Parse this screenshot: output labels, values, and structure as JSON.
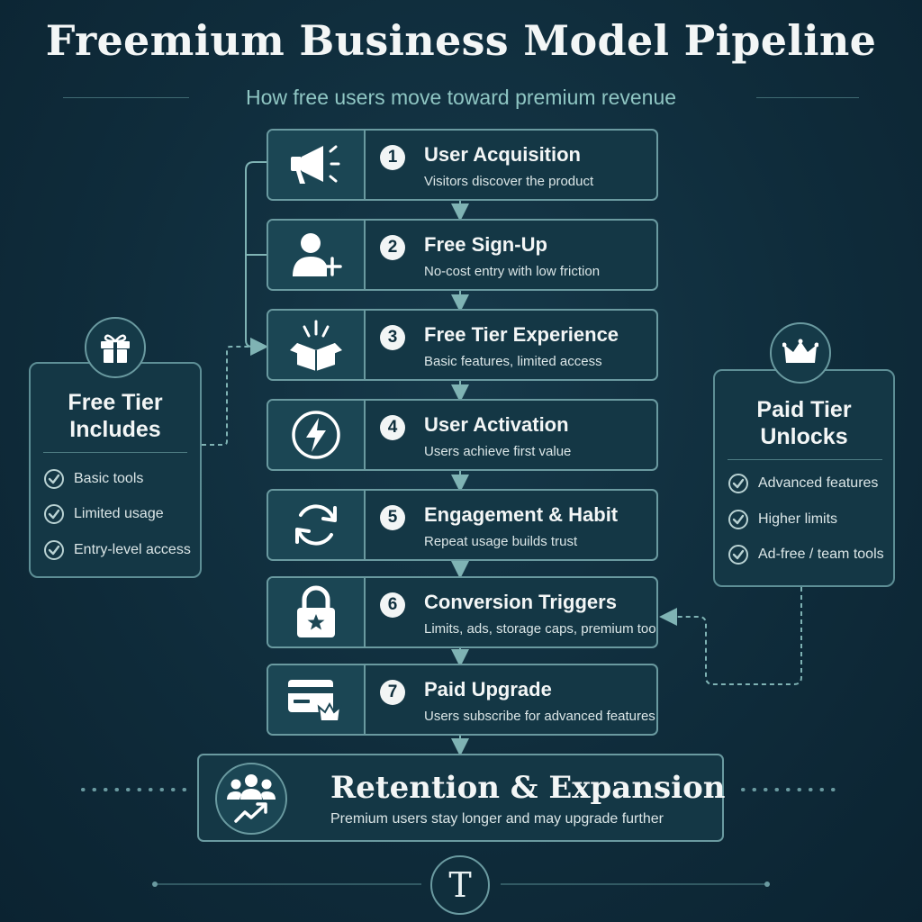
{
  "title": "Freemium Business Model Pipeline",
  "subtitle": "How free users move toward premium revenue",
  "steps": [
    {
      "number": "1",
      "title": "User Acquisition",
      "description": "Visitors discover the product",
      "icon": "megaphone-icon"
    },
    {
      "number": "2",
      "title": "Free Sign-Up",
      "description": "No-cost entry with low friction",
      "icon": "user-plus-icon"
    },
    {
      "number": "3",
      "title": "Free Tier Experience",
      "description": "Basic features, limited access",
      "icon": "open-box-icon"
    },
    {
      "number": "4",
      "title": "User Activation",
      "description": "Users achieve first value",
      "icon": "lightning-icon"
    },
    {
      "number": "5",
      "title": "Engagement & Habit",
      "description": "Repeat usage builds trust",
      "icon": "refresh-icon"
    },
    {
      "number": "6",
      "title": "Conversion Triggers",
      "description": "Limits, ads, storage caps, premium tools",
      "icon": "lock-icon"
    },
    {
      "number": "7",
      "title": "Paid Upgrade",
      "description": "Users subscribe for advanced features",
      "icon": "credit-card-crown-icon"
    }
  ],
  "free_tier": {
    "title_line1": "Free Tier",
    "title_line2": "Includes",
    "icon": "gift-icon",
    "items": [
      "Basic tools",
      "Limited usage",
      "Entry-level access"
    ]
  },
  "paid_tier": {
    "title_line1": "Paid Tier",
    "title_line2": "Unlocks",
    "icon": "crown-icon",
    "items": [
      "Advanced features",
      "Higher limits",
      "Ad-free / team tools"
    ]
  },
  "retention": {
    "title": "Retention & Expansion",
    "description": "Premium users stay longer and may upgrade further",
    "icon": "users-growth-icon"
  },
  "footer_logo": "T",
  "colors": {
    "background": "#0f2c3b",
    "box": "#143745",
    "border": "#6a9aa0",
    "accent": "#8fc6c3",
    "text": "#f3f6f6"
  }
}
